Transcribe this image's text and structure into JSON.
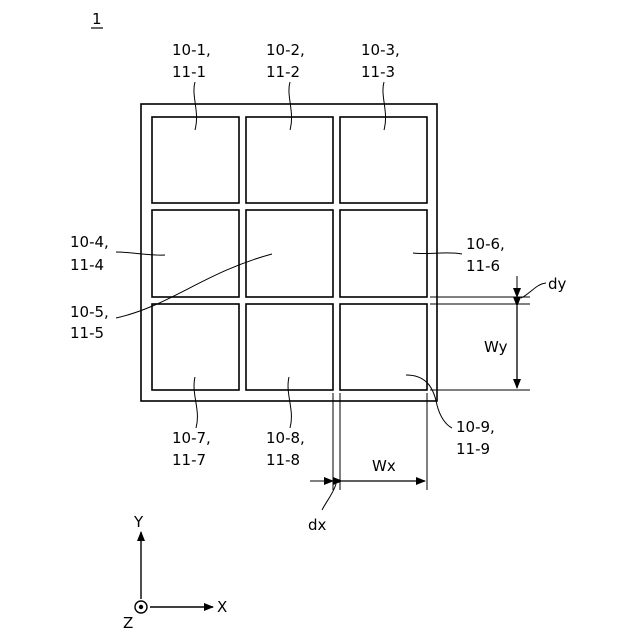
{
  "figure_ref": "1",
  "cells": [
    {
      "id": "10-1,",
      "sub": "11-1"
    },
    {
      "id": "10-2,",
      "sub": "11-2"
    },
    {
      "id": "10-3,",
      "sub": "11-3"
    },
    {
      "id": "10-4,",
      "sub": "11-4"
    },
    {
      "id": "10-5,",
      "sub": "11-5"
    },
    {
      "id": "10-6,",
      "sub": "11-6"
    },
    {
      "id": "10-7,",
      "sub": "11-7"
    },
    {
      "id": "10-8,",
      "sub": "11-8"
    },
    {
      "id": "10-9,",
      "sub": "11-9"
    }
  ],
  "dimensions": {
    "dx": "dx",
    "dy": "dy",
    "wx": "Wx",
    "wy": "Wy"
  },
  "axes": {
    "x": "X",
    "y": "Y",
    "z": "Z"
  }
}
